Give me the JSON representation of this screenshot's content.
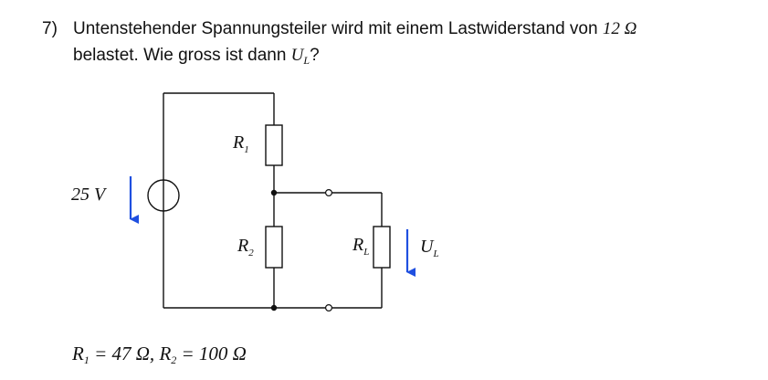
{
  "question": {
    "number": "7)",
    "line1_text": "Untenstehender Spannungsteiler wird mit einem Lastwiderstand von ",
    "load_value": "12 Ω",
    "line2_text": "belastet. Wie gross ist dann ",
    "voltage_symbol": "U",
    "voltage_subscript": "L",
    "question_mark": "?"
  },
  "circuit": {
    "source_label": "25 V",
    "r1_label": "R",
    "r1_subscript": "1",
    "r2_label": "R",
    "r2_subscript": "2",
    "rl_label": "R",
    "rl_subscript": "L",
    "ul_label": "U",
    "ul_subscript": "L",
    "arrow_color": "#1f4fe0",
    "wire_color": "#111111"
  },
  "given": {
    "r1_symbol": "R",
    "r1_subscript": "1",
    "r1_value": " = 47 Ω, ",
    "r2_symbol": "R",
    "r2_subscript": "2",
    "r2_value": " = 100 Ω"
  }
}
